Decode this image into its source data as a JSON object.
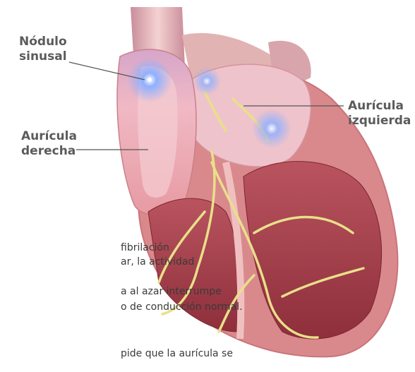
{
  "labels": {
    "sa_node": "Nódulo\nsinusal",
    "left_atrium": "Aurícula\nizquierda",
    "right_atrium": "Aurícula\nderecha"
  },
  "caption": {
    "line1": "fibrilación",
    "line2": "ar, la actividad",
    "line3": "a al azar interrumpe",
    "line4": "o de conducción normal.",
    "line5": "pide que la aurícula se"
  },
  "colors": {
    "label_text": "#5b5b5b",
    "body_text": "#3a3a3a",
    "heart_tissue": "#d9898c",
    "conduction_path": "#e8e08a",
    "node_glow": "#6a8fe0"
  }
}
